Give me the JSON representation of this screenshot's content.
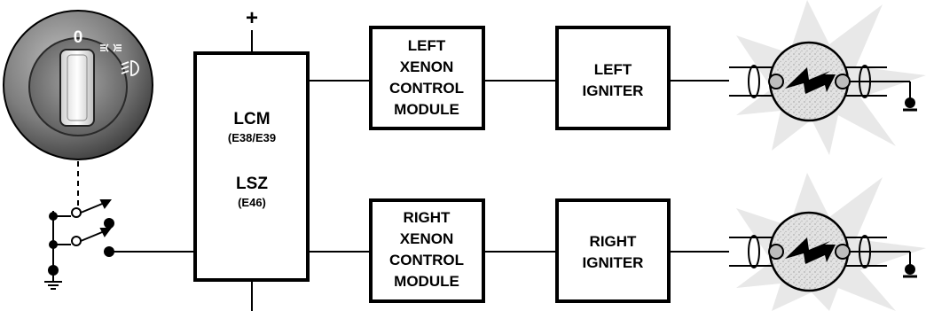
{
  "switch": {
    "position_label": "0",
    "parking_light_icon": "parking-light-icon",
    "low_beam_icon": "low-beam-icon"
  },
  "supply": {
    "plus_label": "+"
  },
  "lcm": {
    "line1": "LCM",
    "line2": "(E38/E39",
    "line3": "LSZ",
    "line4": "(E46)"
  },
  "left_module": {
    "line1": "LEFT",
    "line2": "XENON",
    "line3": "CONTROL",
    "line4": "MODULE"
  },
  "right_module": {
    "line1": "RIGHT",
    "line2": "XENON",
    "line3": "CONTROL",
    "line4": "MODULE"
  },
  "left_igniter": {
    "line1": "LEFT",
    "line2": "IGNITER"
  },
  "right_igniter": {
    "line1": "RIGHT",
    "line2": "IGNITER"
  },
  "colors": {
    "ink": "#000000",
    "knob_dark": "#4a4a4a",
    "knob_mid": "#8c8c8c",
    "burst": "#e6e6e6",
    "bulb_fill": "#d9d9d9"
  }
}
